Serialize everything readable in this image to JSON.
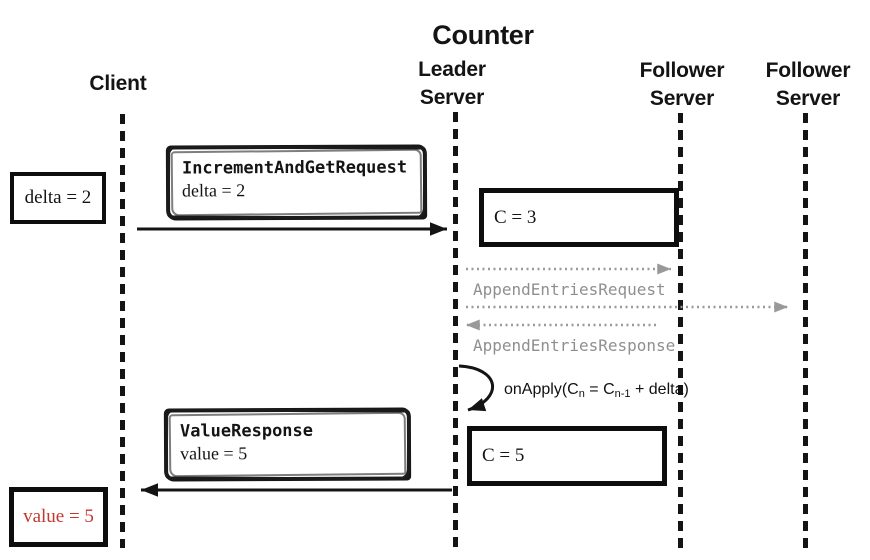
{
  "title": "Counter",
  "colors": {
    "ink": "#141414",
    "replication_gray": "#8f8f8f",
    "result_red": "#c3372c"
  },
  "actors": [
    {
      "label": "Client"
    },
    {
      "label": "Leader\nServer"
    },
    {
      "label": "Follower\nServer"
    },
    {
      "label": "Follower\nServer"
    }
  ],
  "client_state": {
    "input": "delta = 2",
    "result": "value = 5"
  },
  "leader_state": {
    "after_increment": "C = 3",
    "after_apply": "C = 5"
  },
  "messages": {
    "increment_request": {
      "title": "IncrementAndGetRequest",
      "body": "delta = 2"
    },
    "value_response": {
      "title": "ValueResponse",
      "body": "value = 5"
    },
    "append_request_label": "AppendEntriesRequest",
    "append_response_label": "AppendEntriesResponse",
    "on_apply": {
      "prefix": "onApply(C",
      "sub1": "n",
      "mid": " = C",
      "sub2": "n-1",
      "suffix": " + delta)"
    }
  }
}
